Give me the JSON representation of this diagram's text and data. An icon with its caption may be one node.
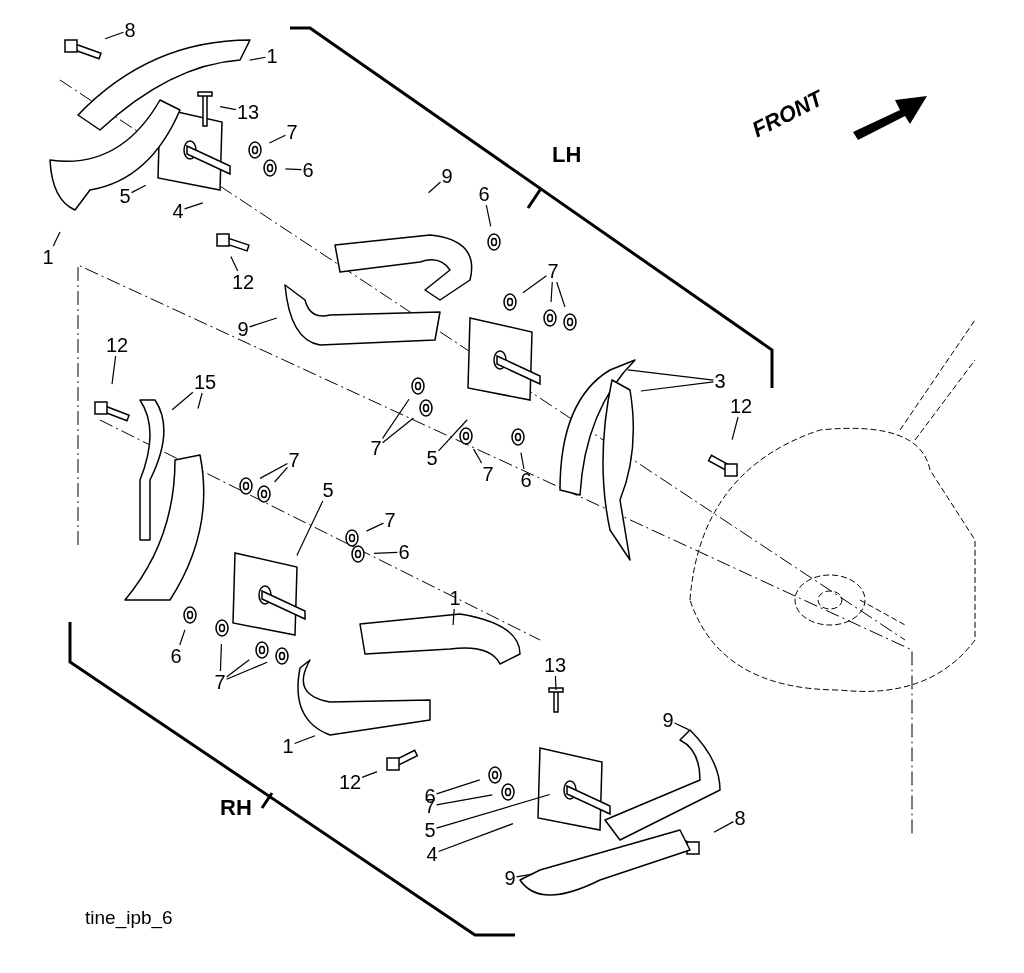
{
  "diagram": {
    "nodes": [
      {
        "text": [
          "8"
        ]
      },
      {
        "text": [
          "1"
        ]
      },
      {
        "text": [
          "13"
        ]
      },
      {
        "text": [
          "7"
        ]
      },
      {
        "text": [
          "6"
        ]
      },
      {
        "text": [
          "5"
        ]
      },
      {
        "text": [
          "4"
        ]
      },
      {
        "text": [
          "1"
        ]
      },
      {
        "text": [
          "12"
        ]
      },
      {
        "text": [
          "9"
        ]
      },
      {
        "text": [
          "6"
        ]
      },
      {
        "text": [
          "7"
        ]
      },
      {
        "text": [
          "9"
        ]
      },
      {
        "text": [
          "3"
        ]
      },
      {
        "text": [
          "12"
        ]
      },
      {
        "text": [
          "12"
        ]
      },
      {
        "text": [
          "15"
        ]
      },
      {
        "text": [
          "7"
        ]
      },
      {
        "text": [
          "5"
        ]
      },
      {
        "text": [
          "7"
        ]
      },
      {
        "text": [
          "6"
        ]
      },
      {
        "text": [
          "7"
        ]
      },
      {
        "text": [
          "5"
        ]
      },
      {
        "text": [
          "7"
        ]
      },
      {
        "text": [
          "6"
        ]
      },
      {
        "text": [
          "1"
        ]
      },
      {
        "text": [
          "13"
        ]
      },
      {
        "text": [
          "6"
        ]
      },
      {
        "text": [
          "7"
        ]
      },
      {
        "text": [
          "9"
        ]
      },
      {
        "text": [
          "1"
        ]
      },
      {
        "text": [
          "12"
        ]
      },
      {
        "text": [
          "6"
        ]
      },
      {
        "text": [
          "7"
        ]
      },
      {
        "text": [
          "5"
        ]
      },
      {
        "text": [
          "4"
        ]
      },
      {
        "text": [
          "8"
        ]
      },
      {
        "text": [
          "9"
        ]
      }
    ],
    "edges": [
      {
        "from": 0,
        "to": null,
        "arrow": "none"
      },
      {
        "from": 1,
        "to": null,
        "arrow": "none"
      },
      {
        "from": 2,
        "to": null,
        "arrow": "none"
      },
      {
        "from": 3,
        "to": null,
        "arrow": "none"
      },
      {
        "from": 4,
        "to": null,
        "arrow": "none"
      },
      {
        "from": 5,
        "to": null,
        "arrow": "none"
      },
      {
        "from": 6,
        "to": null,
        "arrow": "none"
      },
      {
        "from": 7,
        "to": null,
        "arrow": "none"
      },
      {
        "from": 8,
        "to": null,
        "arrow": "none"
      },
      {
        "from": 9,
        "to": null,
        "arrow": "none"
      },
      {
        "from": 10,
        "to": null,
        "arrow": "none"
      },
      {
        "from": 11,
        "to": null,
        "arrow": "none"
      },
      {
        "from": 11,
        "to": null,
        "arrow": "none"
      },
      {
        "from": 11,
        "to": null,
        "arrow": "none"
      },
      {
        "from": 12,
        "to": null,
        "arrow": "none"
      },
      {
        "from": 13,
        "to": null,
        "arrow": "none"
      },
      {
        "from": 13,
        "to": null,
        "arrow": "none"
      },
      {
        "from": 14,
        "to": null,
        "arrow": "none"
      },
      {
        "from": 15,
        "to": null,
        "arrow": "none"
      },
      {
        "from": 16,
        "to": null,
        "arrow": "none"
      },
      {
        "from": 16,
        "to": null,
        "arrow": "none"
      },
      {
        "from": 17,
        "to": null,
        "arrow": "none"
      },
      {
        "from": 17,
        "to": null,
        "arrow": "none"
      },
      {
        "from": 18,
        "to": null,
        "arrow": "none"
      },
      {
        "from": 19,
        "to": null,
        "arrow": "none"
      },
      {
        "from": 20,
        "to": null,
        "arrow": "none"
      },
      {
        "from": 21,
        "to": null,
        "arrow": "none"
      },
      {
        "from": 21,
        "to": null,
        "arrow": "none"
      },
      {
        "from": 22,
        "to": null,
        "arrow": "none"
      },
      {
        "from": 23,
        "to": null,
        "arrow": "none"
      },
      {
        "from": 24,
        "to": null,
        "arrow": "none"
      },
      {
        "from": 25,
        "to": null,
        "arrow": "none"
      },
      {
        "from": 26,
        "to": null,
        "arrow": "none"
      },
      {
        "from": 27,
        "to": null,
        "arrow": "none"
      },
      {
        "from": 28,
        "to": null,
        "arrow": "none"
      },
      {
        "from": 28,
        "to": null,
        "arrow": "none"
      },
      {
        "from": 28,
        "to": null,
        "arrow": "none"
      },
      {
        "from": 29,
        "to": null,
        "arrow": "none"
      },
      {
        "from": 30,
        "to": null,
        "arrow": "none"
      },
      {
        "from": 31,
        "to": null,
        "arrow": "none"
      },
      {
        "from": 32,
        "to": null,
        "arrow": "none"
      },
      {
        "from": 33,
        "to": null,
        "arrow": "none"
      },
      {
        "from": 34,
        "to": null,
        "arrow": "none"
      },
      {
        "from": 35,
        "to": null,
        "arrow": "none"
      },
      {
        "from": 36,
        "to": null,
        "arrow": "none"
      },
      {
        "from": 37,
        "to": null,
        "arrow": "none"
      }
    ],
    "labels": [
      "FRONT",
      "LH",
      "RH",
      "tine_ipb_6"
    ]
  }
}
